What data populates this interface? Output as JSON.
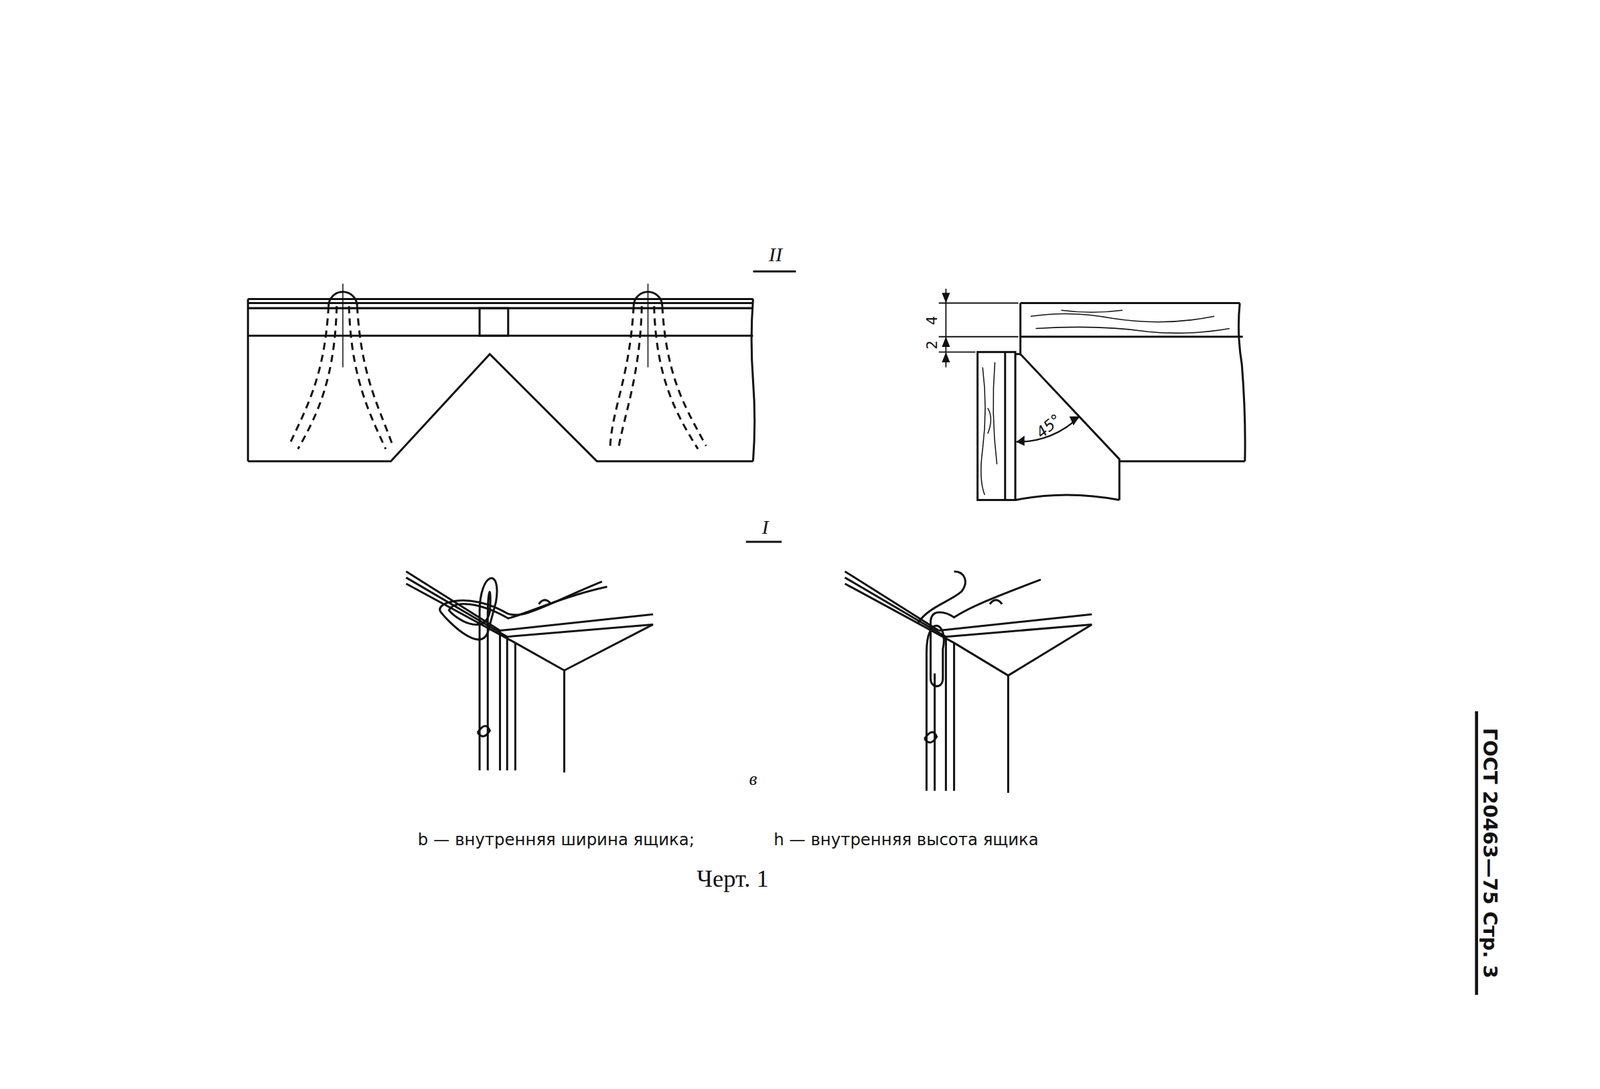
{
  "diagram": {
    "caption": "Черт. 1",
    "labels": [
      "II",
      "4",
      "2",
      "45°",
      "I",
      "в",
      "b — внутренняя ширина ящика;",
      "h — внутренняя высота ящика",
      "ГОСТ 20463—75 Стр. 3"
    ]
  }
}
